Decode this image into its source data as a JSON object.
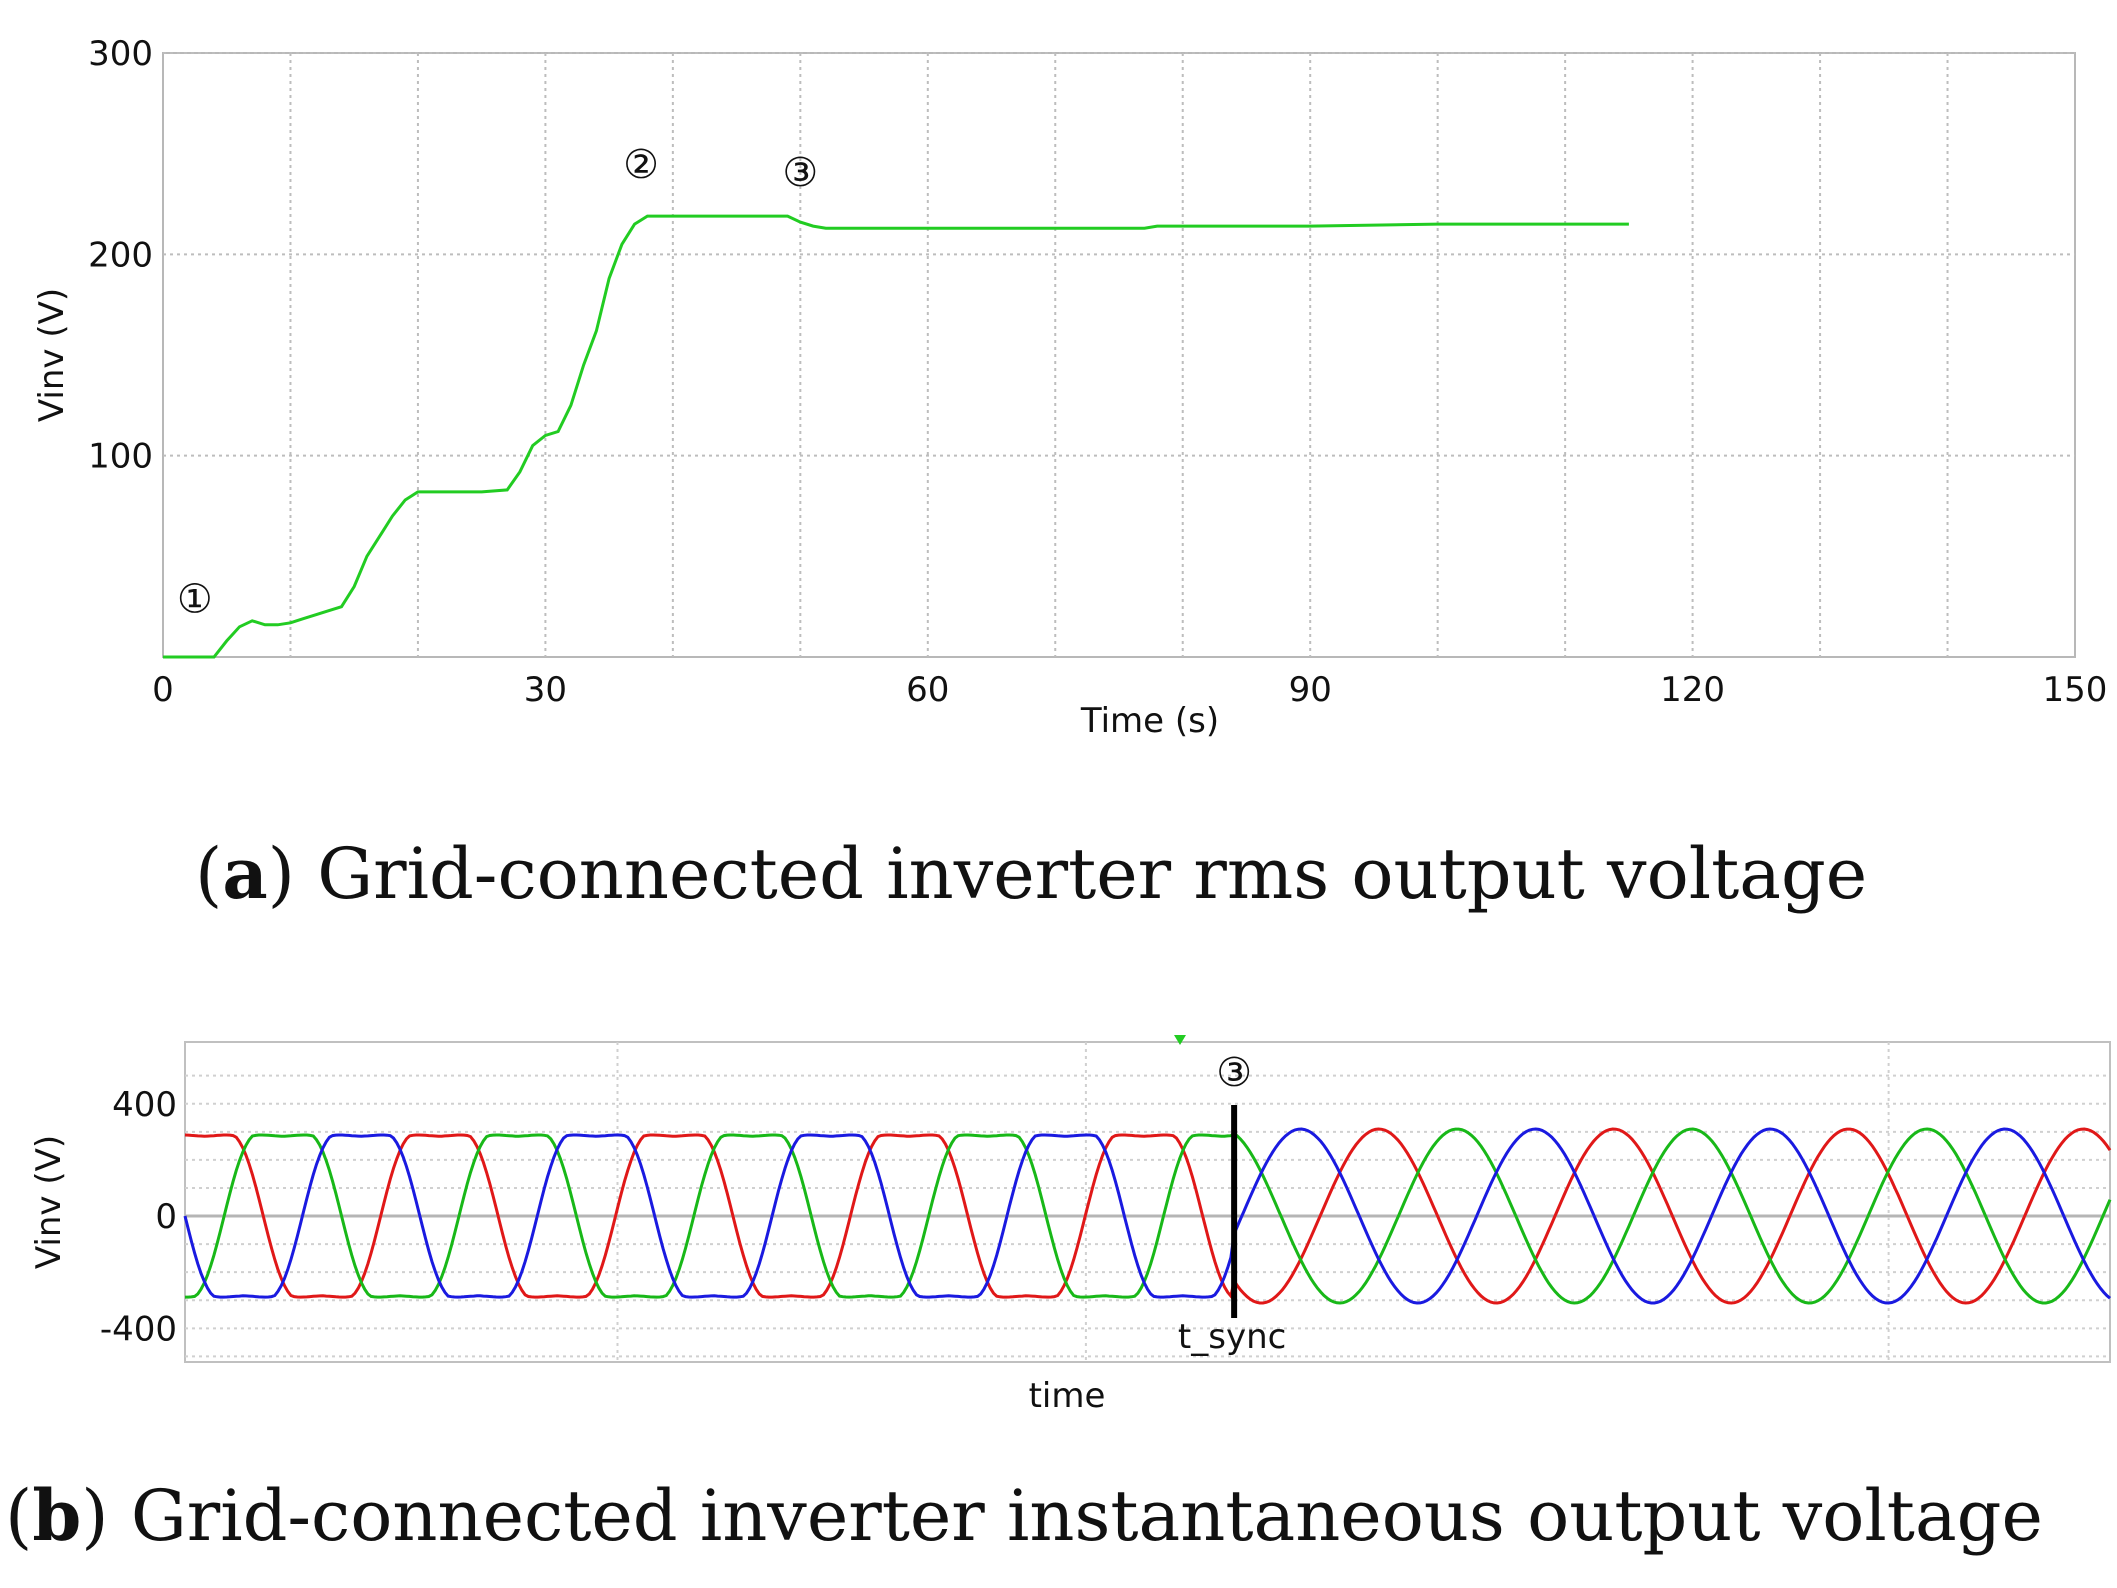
{
  "chart_data": [
    {
      "type": "line",
      "ylabel": "Vinv (V)",
      "xlabel": "Time (s)",
      "xlim": [
        0,
        150
      ],
      "ylim": [
        0,
        300
      ],
      "x_ticks": [
        "0",
        "30",
        "60",
        "90",
        "120",
        "150"
      ],
      "y_ticks": [
        "100",
        "200",
        "300"
      ],
      "grid": true,
      "caption_letter": "a",
      "caption_text": "Grid-connected inverter rms output voltage",
      "annotations": [
        {
          "label": "①",
          "x": 2.5,
          "y": 22
        },
        {
          "label": "②",
          "x": 37.5,
          "y": 238
        },
        {
          "label": "③",
          "x": 50,
          "y": 234
        }
      ],
      "series": [
        {
          "color": "#22cc22",
          "x": [
            0,
            4,
            5,
            6,
            7,
            8,
            9,
            10,
            11,
            12,
            13,
            14,
            15,
            16,
            17,
            18,
            19,
            20,
            22,
            25,
            27,
            28,
            29,
            30,
            31,
            32,
            33,
            34,
            35,
            36,
            37,
            38,
            40,
            45,
            49,
            50,
            51,
            52,
            55,
            60,
            65,
            70,
            75,
            76,
            77,
            78,
            80,
            90,
            100,
            110,
            115
          ],
          "y": [
            0,
            0,
            8,
            15,
            18,
            16,
            16,
            17,
            19,
            21,
            23,
            25,
            35,
            50,
            60,
            70,
            78,
            82,
            82,
            82,
            83,
            92,
            105,
            110,
            112,
            125,
            145,
            162,
            188,
            205,
            215,
            219,
            219,
            219,
            219,
            216,
            214,
            213,
            213,
            213,
            213,
            213,
            213,
            213,
            213,
            214,
            214,
            214,
            215,
            215,
            215
          ]
        }
      ]
    },
    {
      "type": "line",
      "ylabel": "Vinv (V)",
      "xlabel": "time",
      "xlim": [
        0,
        300
      ],
      "ylim": [
        -520,
        620
      ],
      "y_ticks": [
        "400",
        "0",
        "-400"
      ],
      "grid": true,
      "caption_letter": "b",
      "caption_text": "Grid-connected inverter instantaneous output voltage",
      "sync_label": "t_sync",
      "sync_marker": "③",
      "sync_x": 163.5,
      "series": [
        {
          "color": "#e01818",
          "phase_deg": 60
        },
        {
          "color": "#18b818",
          "phase_deg": -60
        },
        {
          "color": "#1a1ae0",
          "phase_deg": 180
        }
      ]
    }
  ]
}
